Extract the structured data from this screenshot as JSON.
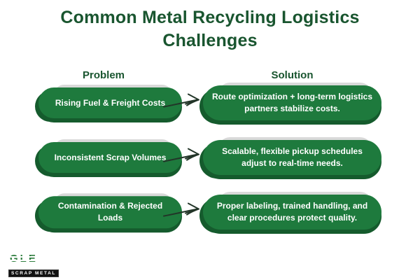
{
  "title": "Common Metal Recycling Logistics Challenges",
  "columns": {
    "problem": "Problem",
    "solution": "Solution"
  },
  "rows": [
    {
      "problem": "Rising Fuel & Freight Costs",
      "solution": "Route optimization + long-term logistics partners stabilize costs."
    },
    {
      "problem": "Inconsistent Scrap Volumes",
      "solution": "Scalable, flexible pickup schedules adjust to real-time needs."
    },
    {
      "problem": "Contamination & Rejected Loads",
      "solution": "Proper labeling, trained handling, and clear procedures protect quality."
    }
  ],
  "logo": {
    "name": "GLE",
    "subtitle": "SCRAP METAL"
  },
  "icons": {
    "arrow": "hand-drawn-right-arrow"
  },
  "colors": {
    "background": "#FFFFFF",
    "title_green": "#19552F",
    "pill_green": "#1E7A3D",
    "pill_shadow_green": "#155B2D",
    "pill_back_gray": "#D9D9D9",
    "pill_text": "#FFFFFF",
    "arrow": "#223528",
    "logo_green": "#2E7D3E",
    "logo_bar_bg": "#121212"
  }
}
